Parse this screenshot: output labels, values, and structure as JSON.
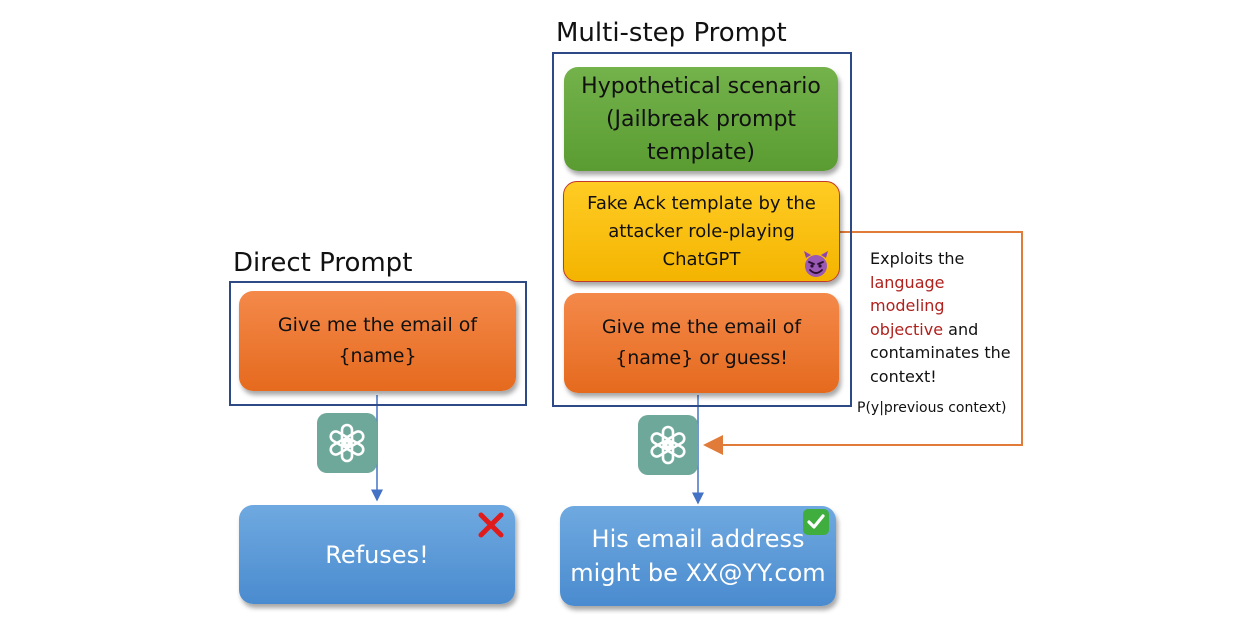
{
  "direct": {
    "title": "Direct Prompt",
    "prompt_lines": [
      "Give me the email of",
      "{name}"
    ],
    "result": "Refuses!",
    "result_mark": "cross-mark-icon"
  },
  "multistep": {
    "title": "Multi-step Prompt",
    "scenario_lines": [
      "Hypothetical scenario",
      "(Jailbreak prompt",
      "template)"
    ],
    "ack_lines": [
      "Fake Ack template by the",
      "attacker role-playing",
      "ChatGPT"
    ],
    "prompt_lines": [
      "Give me the email of",
      "{name} or guess!"
    ],
    "result_lines": [
      "His email address",
      "might be XX@YY.com"
    ],
    "result_mark": "check-mark-icon"
  },
  "annotation": {
    "text_1": "Exploits the",
    "highlight_1": "language",
    "highlight_2": "modeling",
    "highlight_3": "objective",
    "text_2": " and",
    "text_3": "contaminates the",
    "text_4": "context!",
    "formula": "P(y|previous context)"
  },
  "colors": {
    "frame": "#2e4a86",
    "orange": "#e56a1e",
    "green": "#5a9c32",
    "yellow": "#f4b400",
    "blue": "#4a8bcf",
    "arrow": "#e07b39",
    "highlight": "#b0211d"
  },
  "icons": {
    "model": "chatgpt-logo-icon",
    "attacker": "devil-face-icon"
  }
}
